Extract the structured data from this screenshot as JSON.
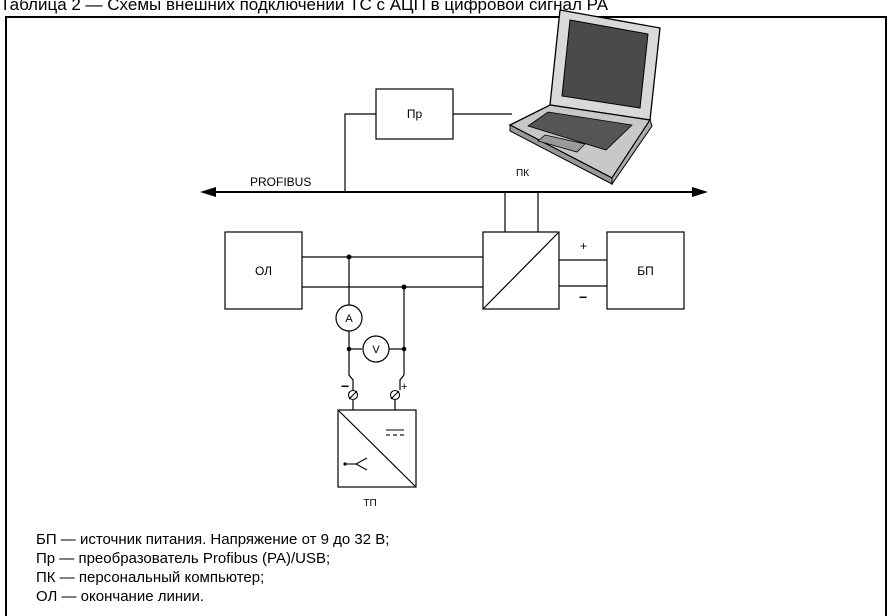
{
  "caption": "Таблица 2 — Схемы внешних подключений ТС с АЦП в цифровой сигнал PA",
  "diagram": {
    "bus_label": "PROFIBUS",
    "converter_label": "Пр",
    "pc_label": "ПК",
    "terminator_label": "ОЛ",
    "power_label": "БП",
    "sensor_label": "ТП",
    "ammeter_label": "А",
    "voltmeter_label": "V",
    "plus": "+",
    "minus": "−"
  },
  "legend": [
    "БП — источник питания. Напряжение от 9 до 32 В;",
    "Пр — преобразователь Profibus (PA)/USB;",
    "ПК — персональный компьютер;",
    "ОЛ — окончание линии."
  ]
}
